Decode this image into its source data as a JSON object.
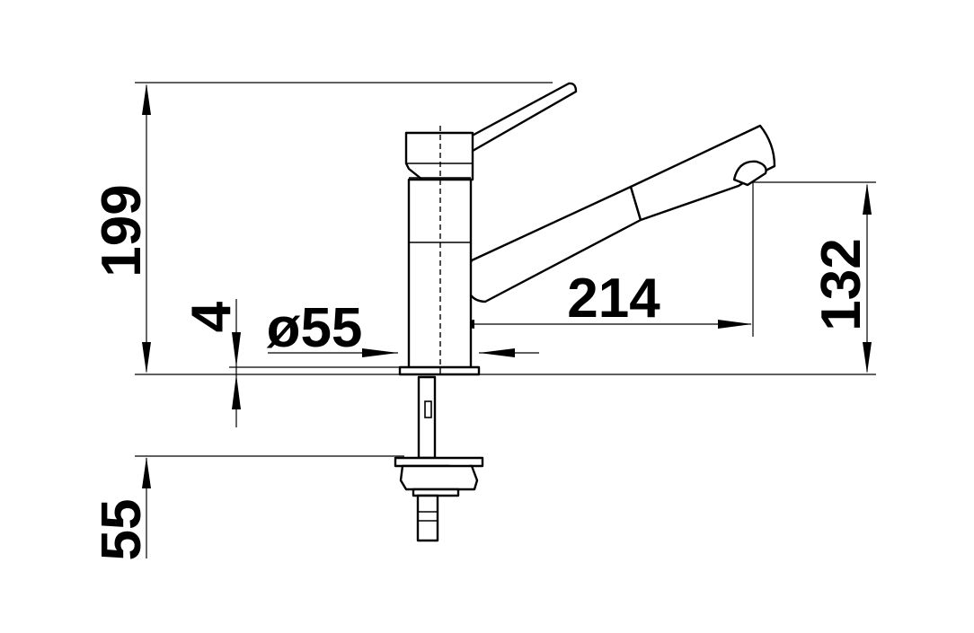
{
  "colors": {
    "ink": "#000000",
    "paper": "#ffffff"
  },
  "dimensions": {
    "total_height": "199",
    "spout_height": "132",
    "spout_reach": "214",
    "base_diameter": "ø55",
    "base_thickness": "4",
    "under_deck": "55"
  }
}
